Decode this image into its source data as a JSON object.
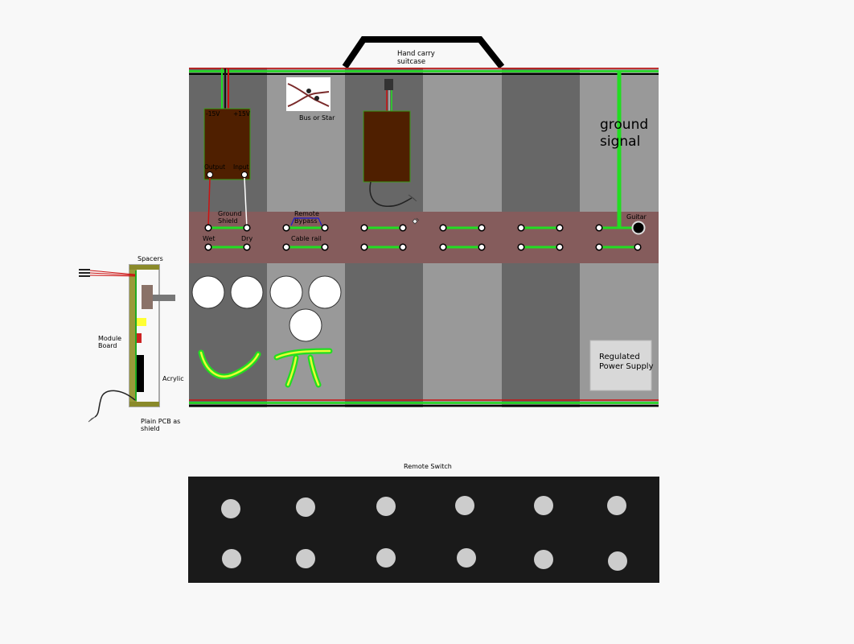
{
  "labels": {
    "handle": [
      "Hand carry",
      "suitcase"
    ],
    "voltage_neg": "-15V",
    "voltage_pos": "+15V",
    "output": "Output",
    "input": "Input",
    "bus_or_star": "Bus or Star",
    "ground_shield": [
      "Ground",
      "Shield"
    ],
    "remote_bypass": [
      "Remote",
      "Bypass"
    ],
    "cable_rail": "Cable rail",
    "wet": "Wet",
    "dry": "Dry",
    "guitar": "Guitar",
    "ground_signal": [
      "ground",
      "signal"
    ],
    "regulated_power_supply": [
      "Regulated",
      "Power Supply"
    ],
    "spacers": "Spacers",
    "module_board": [
      "Module",
      "Board"
    ],
    "acrylic": "Acrylic",
    "plain_pcb_shield": [
      "Plain PCB as",
      "shield"
    ],
    "remote_switch": "Remote Switch"
  },
  "colors": {
    "background": "#f8f8f8",
    "panel_dark": "#676767",
    "panel_light": "#999999",
    "rail_band": "#855c5c",
    "module_box": "#4f1f00",
    "wire_green": "#22dd22",
    "wire_red": "#cc1111",
    "wire_black": "#000000",
    "switch_panel": "#1a1a1a",
    "switch_button": "#cccccc",
    "power_supply": "#d8d8d8"
  },
  "counts": {
    "columns": 6,
    "switch_buttons_per_row": 6
  }
}
